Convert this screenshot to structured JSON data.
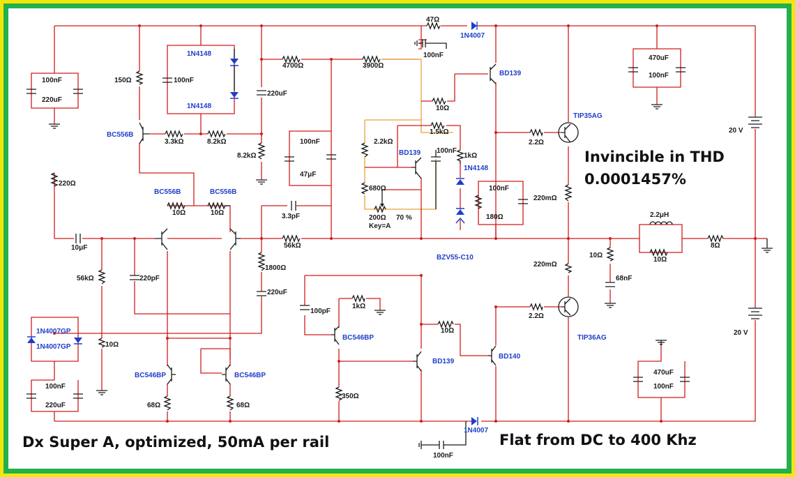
{
  "footer_left": "Dx Super A, optimized, 50mA per rail",
  "footer_right": "Flat from DC to 400 Khz",
  "headline_1": "Invincible in THD",
  "headline_2": "0.0001457%",
  "labels": {
    "r47": "47Ω",
    "d_top": "1N4007",
    "c_top_100n": "100nF",
    "c1_100n": "100nF",
    "c1_220u": "220uF",
    "r150": "150Ω",
    "d1n4148_a": "1N4148",
    "c_100n_mid": "100nF",
    "d1n4148_b": "1N4148",
    "r4700": "4700Ω",
    "r3900": "3900Ω",
    "c220u_b": "220uF",
    "q_bd139_top": "BD139",
    "r10_a": "10Ω",
    "q_bc556b_1": "BC556B",
    "r3k3": "3.3kΩ",
    "r8k2_a": "8.2kΩ",
    "r8k2_b": "8.2kΩ",
    "c100n_b": "100nF",
    "c47u": "47μF",
    "r2k2": "2.2kΩ",
    "q_bd139_mid": "BD139",
    "r1k5": "1.5kΩ",
    "c100n_c": "100nF",
    "r1k": "1kΩ",
    "d1n4148_c": "1N4148",
    "r680": "680Ω",
    "pot200": "200Ω",
    "pot_key": "Key=A",
    "pot_pct": "70 %",
    "c470u_top": "470uF",
    "c100n_top_r": "100nF",
    "r2r2_a": "2.2Ω",
    "q_tip35": "TIP35AG",
    "v20_top": "20 V",
    "r220": "220Ω",
    "q_bc556b_2": "BC556B",
    "q_bc556b_3": "BC556B",
    "r10_b": "10Ω",
    "r10_c": "10Ω",
    "c3p3": "3.3pF",
    "c100n_d": "100nF",
    "r180": "180Ω",
    "r220m_a": "220mΩ",
    "c10u": "10μF",
    "r56k_a": "56kΩ",
    "r56k_b": "56kΩ",
    "c220p": "220pF",
    "r1800": "1800Ω",
    "c220u_c": "220uF",
    "zener": "BZV55-C10",
    "l2u2": "2.2μH",
    "r10_l": "10Ω",
    "r8": "8Ω",
    "r10_z": "10Ω",
    "c68n": "68nF",
    "r220m_b": "220mΩ",
    "c100p": "100pF",
    "r1k_b": "1kΩ",
    "q_bc546bp_a": "BC546BP",
    "r10_d": "10Ω",
    "r2r2_b": "2.2Ω",
    "q_tip36": "TIP36AG",
    "v20_bot": "20 V",
    "d_gp1": "1N4007GP",
    "d_gp2": "1N4007GP",
    "r10_e": "10Ω",
    "q_bd139_bot": "BD139",
    "q_bd140": "BD140",
    "c100n_e": "100nF",
    "c220u_d": "220uF",
    "q_bc546bp_b": "BC546BP",
    "q_bc546bp_c": "BC546BP",
    "r68_a": "68Ω",
    "r68_b": "68Ω",
    "r350": "350Ω",
    "c470u_bot": "470uF",
    "c100n_bot_r": "100nF",
    "d_bot": "1N4007",
    "c100n_bot": "100nF"
  }
}
